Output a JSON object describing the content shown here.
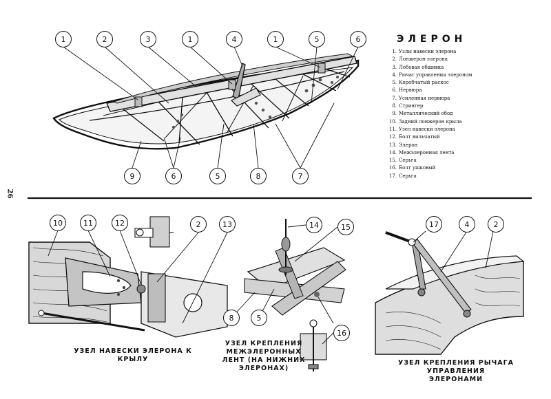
{
  "page_number": "26",
  "title": "ЭЛЕРОН",
  "legend": [
    {
      "n": "1.",
      "text": "Узлы навески элерона"
    },
    {
      "n": "2.",
      "text": "Лонжерон элерона"
    },
    {
      "n": "3.",
      "text": "Лобовая обшивка"
    },
    {
      "n": "4.",
      "text": "Рычаг управления элероном"
    },
    {
      "n": "5.",
      "text": "Коробчатый раскос"
    },
    {
      "n": "6.",
      "text": "Нервюра"
    },
    {
      "n": "7.",
      "text": "Усиленная нервюра"
    },
    {
      "n": "8.",
      "text": "Стрингер"
    },
    {
      "n": "9.",
      "text": "Металлический обод"
    },
    {
      "n": "10.",
      "text": "Задний лонжерон крыла"
    },
    {
      "n": "11.",
      "text": "Узел навески элерона"
    },
    {
      "n": "12.",
      "text": "Болт вильчатый"
    },
    {
      "n": "13.",
      "text": "Элерон"
    },
    {
      "n": "14.",
      "text": "Межэлеронная лента"
    },
    {
      "n": "15.",
      "text": "Серьга"
    },
    {
      "n": "16.",
      "text": "Болт ушковый"
    },
    {
      "n": "17.",
      "text": "Серьга"
    }
  ],
  "captions": {
    "hinge_node": "УЗЕЛ НАВЕСКИ ЭЛЕРОНА К КРЫЛУ",
    "tape_node_1": "УЗЕЛ КРЕПЛЕНИЯ",
    "tape_node_2": "МЕЖЭЛЕРОННЫХ",
    "tape_node_3": "ЛЕНТ (НА НИЖНИХ",
    "tape_node_4": "ЭЛЕРОНАХ)",
    "lever_node_1": "УЗЕЛ КРЕПЛЕНИЯ РЫЧАГА УПРАВЛЕНИЯ",
    "lever_node_2": "ЭЛЕРОНАМИ"
  },
  "callouts": {
    "top": [
      "1",
      "2",
      "3",
      "1",
      "4",
      "1",
      "5",
      "6",
      "9",
      "6",
      "5",
      "8",
      "7"
    ],
    "bottom": [
      "10",
      "11",
      "12",
      "2",
      "13",
      "14",
      "15",
      "8",
      "5",
      "16",
      "17",
      "4",
      "2"
    ]
  }
}
